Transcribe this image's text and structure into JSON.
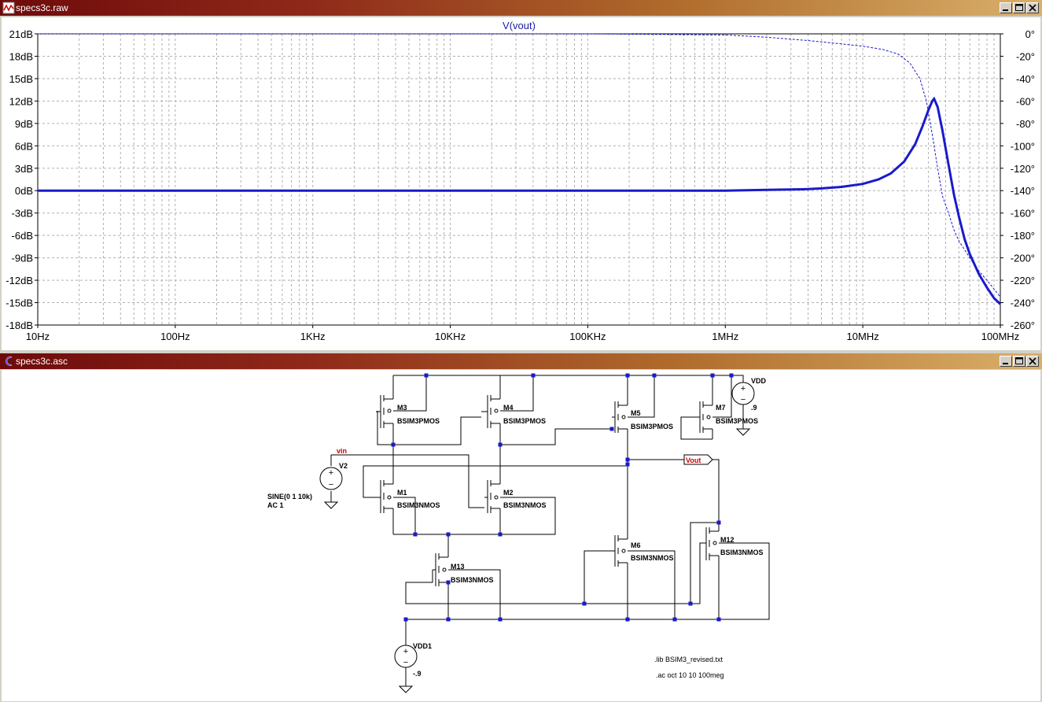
{
  "windows": {
    "raw": {
      "title": "specs3c.raw"
    },
    "asc": {
      "title": "specs3c.asc"
    }
  },
  "controls": {
    "minimize": "minimize",
    "maximize": "maximize",
    "close": "close"
  },
  "colors": {
    "trace": "#1a1acc",
    "title_trace": "#1a1aa8",
    "grid": "#b0b0b0",
    "netlabel": "#cc0000",
    "node": "#1a1acc",
    "wire": "#000000"
  },
  "chart_data": {
    "type": "line",
    "title": "V(vout)",
    "x_scale": "log",
    "xlim": [
      10,
      100000000
    ],
    "x_ticks": [
      "10Hz",
      "100Hz",
      "1KHz",
      "10KHz",
      "100KHz",
      "1MHz",
      "10MHz",
      "100MHz"
    ],
    "y_left_ticks": [
      "21dB",
      "18dB",
      "15dB",
      "12dB",
      "9dB",
      "6dB",
      "3dB",
      "0dB",
      "-3dB",
      "-6dB",
      "-9dB",
      "-12dB",
      "-15dB",
      "-18dB"
    ],
    "y_right_ticks": [
      "0°",
      "-20°",
      "-40°",
      "-60°",
      "-80°",
      "-100°",
      "-120°",
      "-140°",
      "-160°",
      "-180°",
      "-200°",
      "-220°",
      "-240°",
      "-260°"
    ],
    "ylim_left": [
      -18,
      21
    ],
    "ylim_right": [
      -260,
      0
    ],
    "grid": true,
    "series": [
      {
        "style": "solid",
        "axis": "left",
        "x": [
          10,
          100,
          1000,
          10000,
          100000,
          1000000,
          2000000,
          3000000,
          4000000,
          5000000,
          7000000,
          10000000,
          13000000,
          16000000,
          20000000,
          24000000,
          27000000,
          30000000,
          32000000,
          33000000,
          35000000,
          38000000,
          42000000,
          46000000,
          50000000,
          55000000,
          60000000,
          70000000,
          80000000,
          90000000,
          100000000
        ],
        "y": [
          0,
          0,
          0,
          0,
          0,
          0,
          0.1,
          0.15,
          0.2,
          0.3,
          0.5,
          0.9,
          1.5,
          2.3,
          3.9,
          6.2,
          8.5,
          10.8,
          12.0,
          12.3,
          11.2,
          8.0,
          3.5,
          -0.5,
          -3.5,
          -6.5,
          -8.5,
          -11.2,
          -13.0,
          -14.4,
          -15.2
        ]
      },
      {
        "style": "dashed",
        "axis": "right",
        "x": [
          10,
          100000,
          1000000,
          2000000,
          4000000,
          7000000,
          10000000,
          14000000,
          18000000,
          22000000,
          26000000,
          29000000,
          32000000,
          35000000,
          38000000,
          42000000,
          46000000,
          50000000,
          60000000,
          70000000,
          80000000,
          100000000
        ],
        "y": [
          0,
          0,
          -1,
          -3,
          -6,
          -9,
          -11,
          -14,
          -18,
          -26,
          -40,
          -60,
          -90,
          -120,
          -145,
          -160,
          -175,
          -185,
          -200,
          -212,
          -220,
          -235
        ]
      }
    ]
  },
  "schematic": {
    "components": [
      {
        "id": "M3",
        "ref": "M3",
        "model": "BSIM3PMOS"
      },
      {
        "id": "M4",
        "ref": "M4",
        "model": "BSIM3PMOS"
      },
      {
        "id": "M5",
        "ref": "M5",
        "model": "BSIM3PMOS"
      },
      {
        "id": "M7",
        "ref": "M7",
        "model": "BSIM3PMOS"
      },
      {
        "id": "M1",
        "ref": "M1",
        "model": "BSIM3NMOS"
      },
      {
        "id": "M2",
        "ref": "M2",
        "model": "BSIM3NMOS"
      },
      {
        "id": "M13",
        "ref": "M13",
        "model": "BSIM3NMOS"
      },
      {
        "id": "M6",
        "ref": "M6",
        "model": "BSIM3NMOS"
      },
      {
        "id": "M12",
        "ref": "M12",
        "model": "BSIM3NMOS"
      }
    ],
    "sources": [
      {
        "id": "V2",
        "ref": "V2",
        "value_lines": [
          "SINE(0 1 10k)",
          "AC 1"
        ]
      },
      {
        "id": "VDD",
        "ref": "VDD",
        "value": ".9"
      },
      {
        "id": "VDD1",
        "ref": "VDD1",
        "value": "-.9"
      }
    ],
    "net_labels": [
      "vin",
      "Vout"
    ],
    "directives": [
      ".lib BSIM3_revised.txt",
      ".ac oct 10 10 100meg"
    ]
  }
}
